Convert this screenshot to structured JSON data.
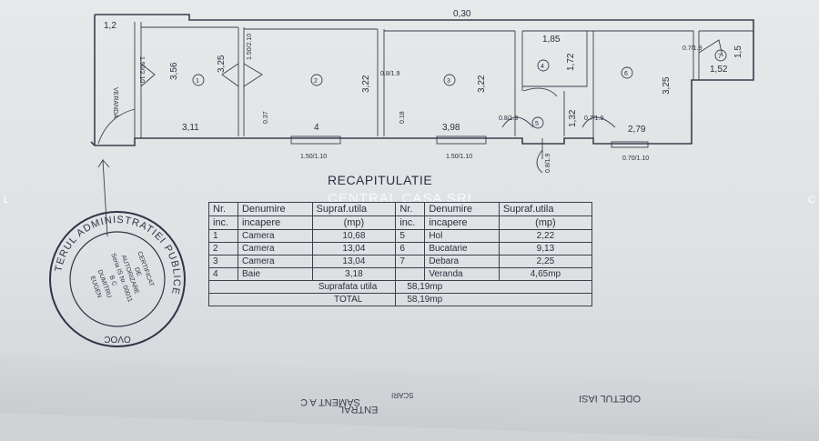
{
  "plan": {
    "top_overall": "0,30",
    "veranda_width": "1,2",
    "veranda_label": "VERANDA",
    "veranda_door": "1.50/2.10",
    "rooms": [
      {
        "num": "1",
        "width": "3,11",
        "height": "3,25",
        "extra": "3,56"
      },
      {
        "num": "2",
        "width": "4",
        "height": "3,22",
        "door": "1.50/2.10",
        "low": "0.37"
      },
      {
        "num": "3",
        "width": "3,98",
        "height": "3,22",
        "door": "0.8/1.9",
        "low": "0.18"
      },
      {
        "num": "4",
        "width": "1,85",
        "height": "1,72"
      },
      {
        "num": "5",
        "height": "1,32",
        "door_a": "0.8/1.9",
        "door_b": "0.8/1.9",
        "door_c": "0.7/1.9"
      },
      {
        "num": "6",
        "width": "2,79",
        "height": "3,25"
      },
      {
        "num": "7",
        "width": "1,52",
        "height": "1,5",
        "door": "0.7/1.9"
      }
    ],
    "windows": [
      "1.50/1.10",
      "1.50/1.10",
      "0.70/1.10"
    ]
  },
  "recap_title": "RECAPITULATIE",
  "watermark": "CENTRAL CASA SRL",
  "edge_left": "L",
  "edge_right": "C",
  "table": {
    "headers": [
      "Nr.",
      "Denumire",
      "Supraf.utila",
      "Nr.",
      "Denumire",
      "Supraf.utila"
    ],
    "headers2": [
      "inc.",
      "incapere",
      "(mp)",
      "inc.",
      "incapere",
      "(mp)"
    ],
    "rows": [
      {
        "n1": "1",
        "name1": "Camera",
        "a1": "10,68",
        "n2": "5",
        "name2": "Hol",
        "a2": "2,22"
      },
      {
        "n1": "2",
        "name1": "Camera",
        "a1": "13,04",
        "n2": "6",
        "name2": "Bucatarie",
        "a2": "9,13"
      },
      {
        "n1": "3",
        "name1": "Camera",
        "a1": "13,04",
        "n2": "7",
        "name2": "Debara",
        "a2": "2,25"
      },
      {
        "n1": "4",
        "name1": "Baie",
        "a1": "3,18",
        "n2": "",
        "name2": "Veranda",
        "a2": "4,65mp"
      }
    ],
    "total_useful_label": "Suprafata utila",
    "total_useful_value": "58,19mp",
    "total_label": "TOTAL",
    "total_value": "58,19mp"
  },
  "stamp": {
    "ring_text": "TERUL ADMINISTRATIEI PUBLICE",
    "bottom_text": "OVOC",
    "center": [
      "CERTIFICAT",
      "DE",
      "AUTORIZARE",
      "Seria IS Nr. 00011",
      "B C",
      "DUMITRU",
      "EUGEN"
    ]
  },
  "bottom_scraps": [
    "SAMENT A C",
    "ENTRAL",
    "SCARI",
    "ODETUL IASI"
  ]
}
